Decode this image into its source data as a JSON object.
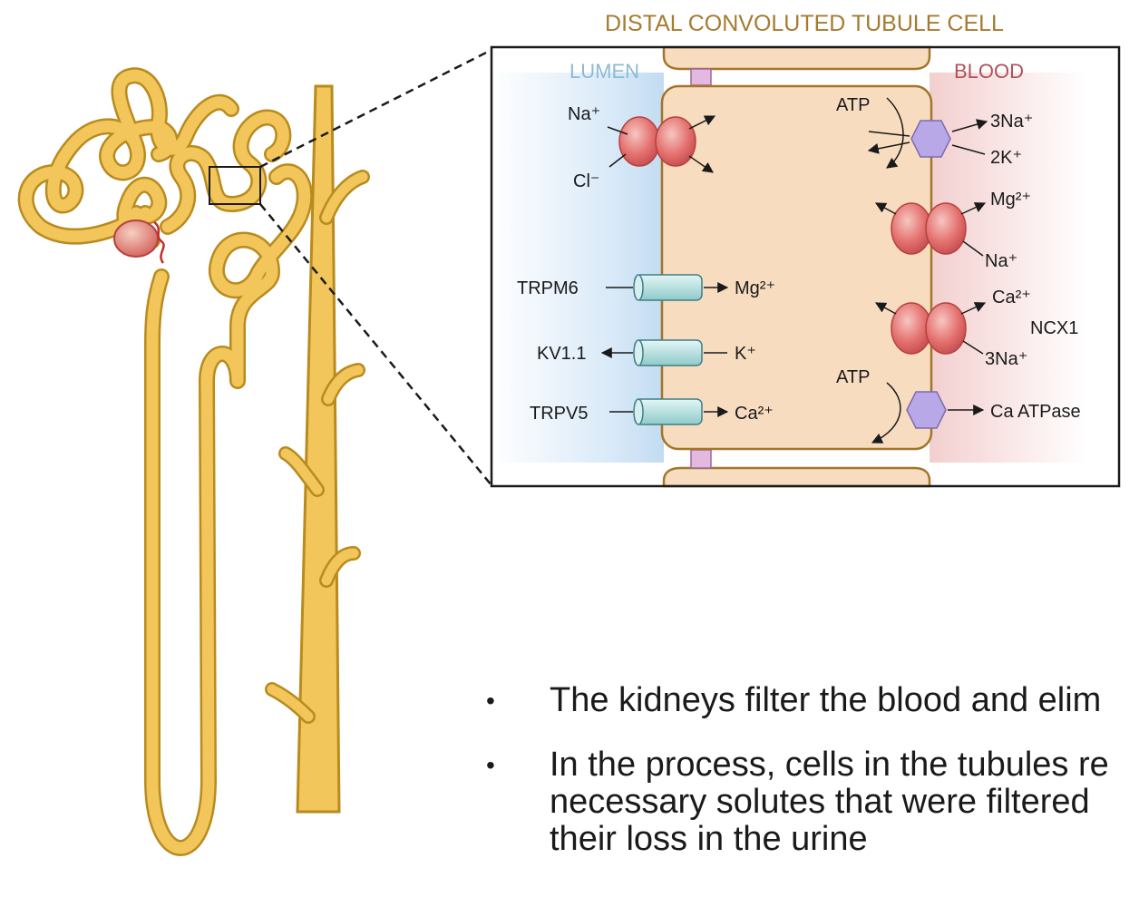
{
  "diagram": {
    "title": "DISTAL CONVOLUTED TUBULE CELL",
    "lumen_label": "LUMEN",
    "blood_label": "BLOOD",
    "luminal_left": {
      "na": "Na⁺",
      "cl": "Cl⁻",
      "trpm6": "TRPM6",
      "mg_out": "Mg²⁺",
      "kv11": "KV1.1",
      "k_in": "K⁺",
      "trpv5": "TRPV5",
      "ca_out": "Ca²⁺"
    },
    "basolateral": {
      "atp_top": "ATP",
      "na3": "3Na⁺",
      "k2": "2K⁺",
      "mg": "Mg²⁺",
      "na": "Na⁺",
      "ca": "Ca²⁺",
      "ncx1": "NCX1",
      "na3_ncx": "3Na⁺",
      "atp_bottom": "ATP",
      "ca_atpase": "Ca ATPase"
    },
    "colors": {
      "tubule": "#f2c65a",
      "tubule_outline": "#b98b1f",
      "cell": "#f8dcc0",
      "cell_outline": "#a2752a",
      "transporter": "#e06a6a",
      "pump": "#b9a8e8",
      "channel": "#bfe6e6",
      "title": "#a77a2f",
      "lumen": "#8cb9d8",
      "blood": "#b2505a"
    }
  },
  "bullets": [
    {
      "lines": [
        "The kidneys filter the blood and elim"
      ]
    },
    {
      "lines": [
        "In the process, cells in the tubules re",
        "necessary solutes that were filtered",
        "their loss in the urine"
      ]
    }
  ]
}
